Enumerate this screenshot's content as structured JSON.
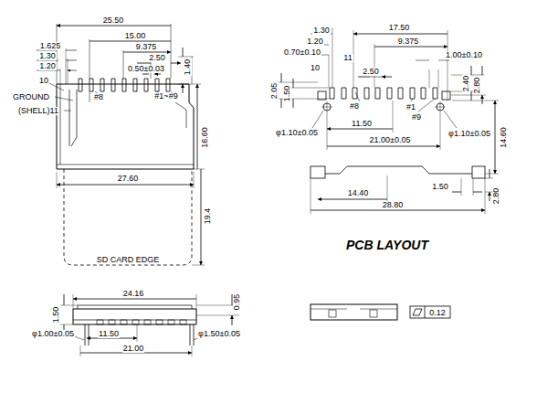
{
  "diagram": {
    "labels": [
      "25.50",
      "15.00",
      "1.625",
      "9.375",
      "1.30",
      "2.50",
      "1.20",
      "0.50±0.03",
      "1.40",
      "10",
      "GROUND",
      "#8",
      "#1~#9",
      "(SHELL)11",
      "16.60",
      "27.60",
      "19.4",
      "SD CARD EDGE",
      "1.30",
      "17.50",
      "1.20",
      "9.375",
      "0.70±0.10",
      "1.00±0.10",
      "11",
      "10",
      "2.50",
      "2.05",
      "1.50",
      "2.40",
      "2.80",
      "#8",
      "#1",
      "#9",
      "11.50",
      "φ1.10±0.05",
      "φ1.10±0.05",
      "21.00±0.05",
      "14.60",
      "14.40",
      "1.50",
      "2.80",
      "28.80",
      "PCB LAYOUT",
      "1.50",
      "24.16",
      "0.95",
      "11.50",
      "φ1.00±0.05",
      "φ1.50±0.05",
      "21.00",
      "0.12"
    ]
  }
}
